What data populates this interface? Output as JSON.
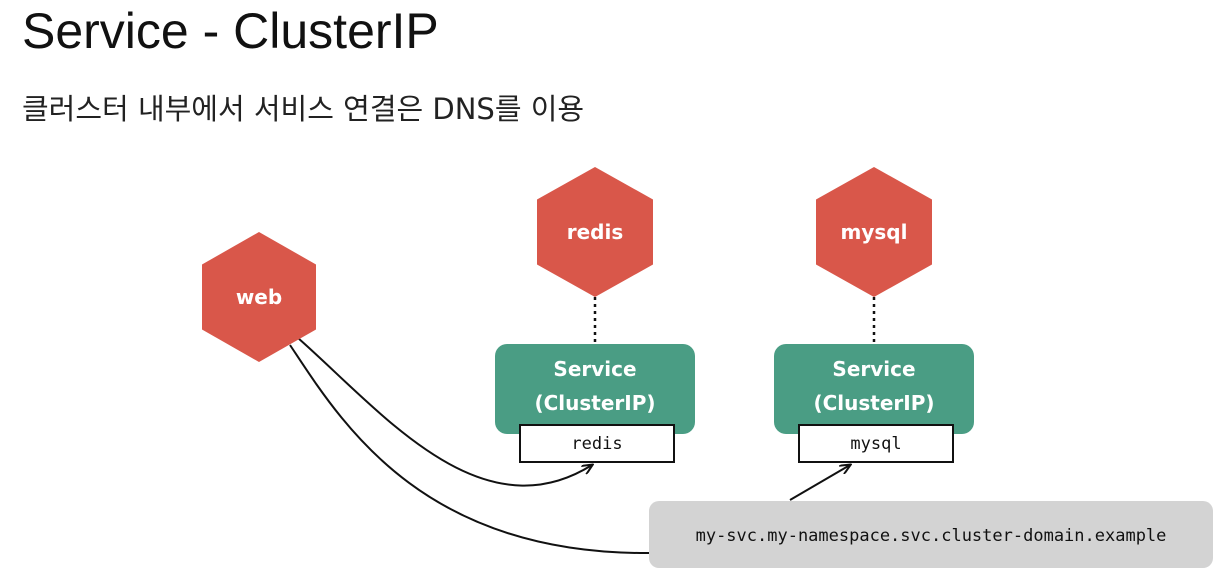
{
  "title": "Service - ClusterIP",
  "subtitle": "클러스터 내부에서 서비스 연결은 DNS를 이용",
  "colors": {
    "pod": "#d9574a",
    "service": "#4a9d84",
    "dns_box": "#d3d3d3",
    "text_dark": "#111111"
  },
  "pods": {
    "web": "web",
    "redis": "redis",
    "mysql": "mysql"
  },
  "services": {
    "redis": {
      "label_line1": "Service",
      "label_line2": "(ClusterIP)",
      "name": "redis"
    },
    "mysql": {
      "label_line1": "Service",
      "label_line2": "(ClusterIP)",
      "name": "mysql"
    }
  },
  "dns": "my-svc.my-namespace.svc.cluster-domain.example"
}
